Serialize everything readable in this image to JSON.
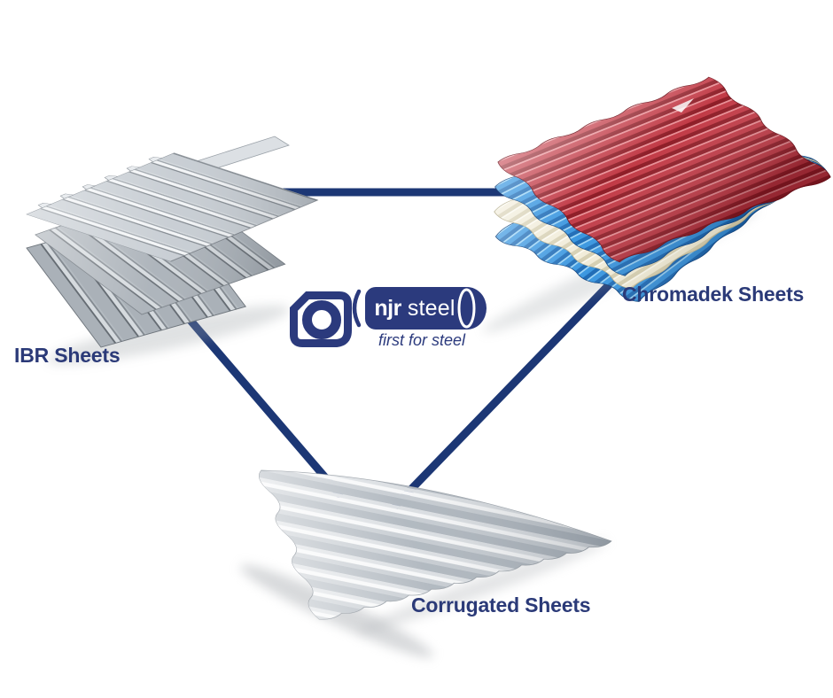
{
  "page": {
    "background": "#ffffff"
  },
  "logo": {
    "brand_bold": "njr",
    "brand_regular": "steel",
    "tagline": "first for steel",
    "navy": "#2b3a7d"
  },
  "diagram": {
    "nodes": [
      {
        "id": "ibr",
        "label": "IBR Sheets",
        "position": "top-left",
        "appearance": "stack of grey galvanised ribbed steel sheets"
      },
      {
        "id": "chromadek",
        "label": "Chromadek Sheets",
        "position": "top-right",
        "appearance": "fan of corrugated sheets",
        "sheet_colors": [
          "blue",
          "cream",
          "blue",
          "red"
        ]
      },
      {
        "id": "corrugated",
        "label": "Corrugated Sheets",
        "position": "bottom-center",
        "appearance": "single grey corrugated steel sheet"
      }
    ],
    "connections": [
      {
        "from": "ibr",
        "to": "chromadek"
      },
      {
        "from": "ibr",
        "to": "corrugated"
      },
      {
        "from": "chromadek",
        "to": "corrugated"
      }
    ],
    "line_color": "#1c3775"
  },
  "colors": {
    "navy": "#2b3a7d",
    "label_text": "#2b3a78",
    "connector": "#1c3775",
    "steel_light": "#f2f4f6",
    "steel_mid": "#c6ccd2",
    "steel_dark": "#7e858c",
    "sheet_red": "#8e1d27",
    "sheet_red_light": "#c23a46",
    "sheet_blue": "#1f6cb6",
    "sheet_blue_light": "#3b97e0",
    "sheet_cream": "#f1ecd9"
  }
}
